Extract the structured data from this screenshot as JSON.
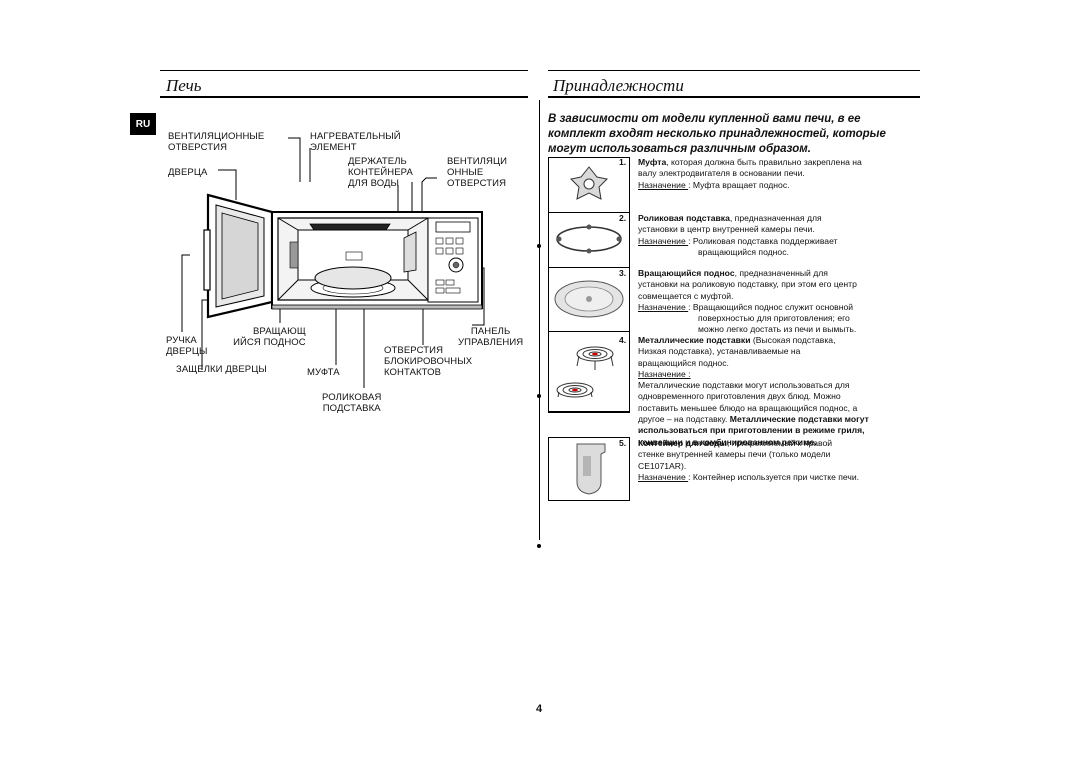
{
  "left": {
    "title": "Печь",
    "lang_badge": "RU",
    "labels": {
      "vent_holes": [
        "ВЕНТИЛЯЦИОННЫЕ",
        "ОТВЕРСТИЯ"
      ],
      "heating_element": [
        "НАГРЕВАТЕЛЬНЫЙ",
        "ЭЛЕМЕНТ"
      ],
      "door": "ДВЕРЦА",
      "water_holder": [
        "ДЕРЖАТЕЛЬ",
        "КОНТЕЙНЕРА",
        "ДЛЯ ВОДЫ"
      ],
      "vent_holes_right": [
        "ВЕНТИЛЯЦИ",
        "ОННЫЕ",
        "ОТВЕРСТИЯ"
      ],
      "door_handle": [
        "РУЧКА",
        "ДВЕРЦЫ"
      ],
      "turntable": [
        "ВРАЩАЮЩ",
        "ИЙСЯ ПОДНОС"
      ],
      "control_panel": [
        "ПАНЕЛЬ",
        "УПРАВЛЕНИЯ"
      ],
      "door_latches": "ЗАЩЕЛКИ ДВЕРЦЫ",
      "coupler": "МУФТА",
      "safety_interlock": [
        "ОТВЕРСТИЯ",
        "БЛОКИРОВОЧНЫХ",
        "КОНТАКТОВ"
      ],
      "roller_ring": [
        "РОЛИКОВАЯ",
        "ПОДСТАВКА"
      ]
    }
  },
  "right": {
    "title": "Принадлежности",
    "intro": [
      "В зависимости от модели купленной вами печи, в ее",
      "комплект входят несколько принадлежностей, которые",
      "могут использоваться различным образом."
    ],
    "items": [
      {
        "num": "1.",
        "name": "Муфта",
        "lines": [
          ", которая должна быть правильно закреплена на",
          "валу электродвигателя в основании печи."
        ],
        "purpose_label": "Назначение ",
        "purpose": [
          ": Муфта вращает поднос."
        ]
      },
      {
        "num": "2.",
        "name": "Роликовая подставка",
        "lines": [
          ", предназначенная для",
          "установки в центр внутренней камеры печи."
        ],
        "purpose_label": "Назначение ",
        "purpose": [
          ": Роликовая подставка поддерживает",
          "вращающийся поднос."
        ]
      },
      {
        "num": "3.",
        "name": "Вращающийся поднос",
        "lines": [
          ", предназначенный для",
          "установки на роликовую подставку, при этом его центр",
          "совмещается с муфтой."
        ],
        "purpose_label": "Назначение ",
        "purpose": [
          ": Вращающийся поднос служит основной",
          "поверхностью для приготовления; его",
          "можно легко достать из печи и вымыть."
        ]
      },
      {
        "num": "4.",
        "name": "Металлические подставки",
        "lines": [
          " (Высокая подставка,",
          "Низкая подставка), устанавливаемые на",
          "вращающийся поднос."
        ],
        "purpose_label": "Назначение :",
        "purpose": [
          "Металлические подставки могут использоваться для",
          "одновременного приготовления двух блюд. Можно",
          "поставить меньшее блюдо на вращающийся поднос, а",
          "другое – на подставку. "
        ],
        "purpose_bold": [
          "Металлические подставки могут",
          "использоваться при приготовлении в режиме гриля,",
          "конвекции и в комбинированном режиме."
        ]
      },
      {
        "num": "5.",
        "name": "Контейнер для воды",
        "lines": [
          ", прикрепляемый к правой",
          "стенке внутренней камеры печи (только модели",
          "CE1071AR)."
        ],
        "purpose_label": "Назначение ",
        "purpose": [
          ": Контейнер используется при чистке печи."
        ]
      }
    ]
  },
  "page_number": "4"
}
